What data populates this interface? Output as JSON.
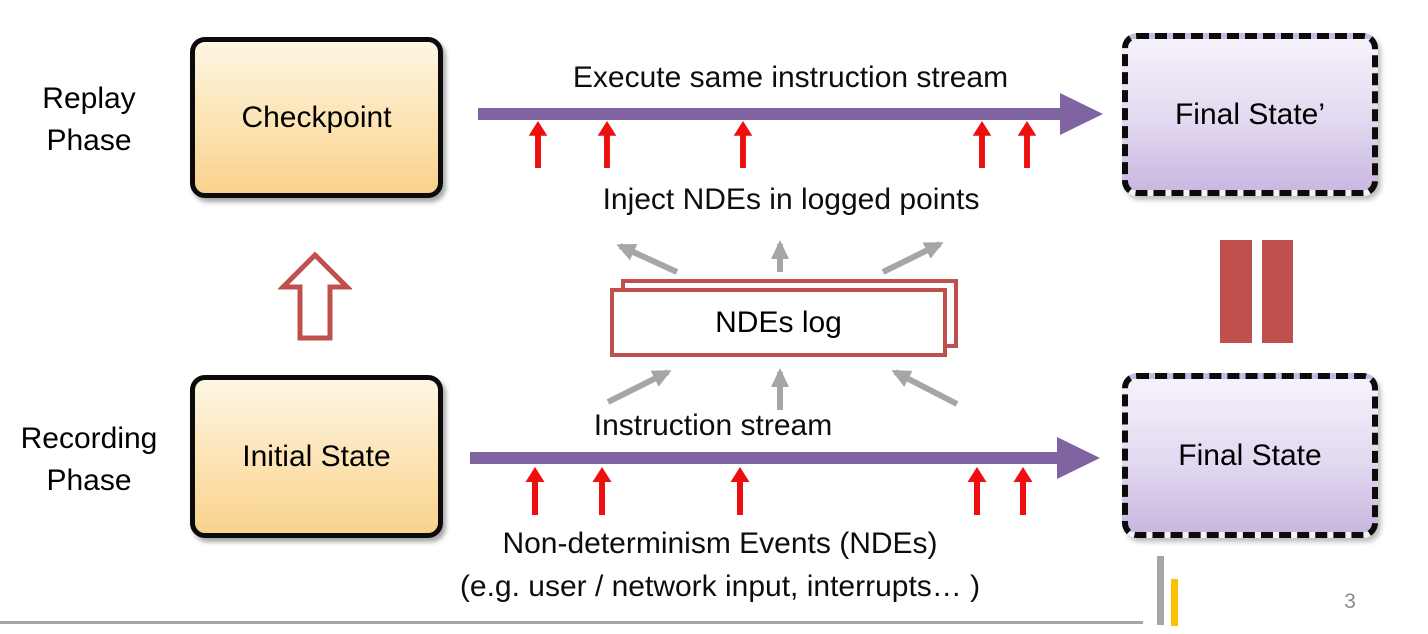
{
  "slide": {
    "page_number": "3"
  },
  "phases": {
    "replay": {
      "line1": "Replay",
      "line2": "Phase"
    },
    "recording": {
      "line1": "Recording",
      "line2": "Phase"
    }
  },
  "nodes": {
    "checkpoint": {
      "label": "Checkpoint"
    },
    "initial_state": {
      "label": "Initial State"
    },
    "final_state_replay": {
      "label": "Final State’"
    },
    "final_state_recording": {
      "label": "Final State"
    },
    "ndes_log": {
      "label": "NDEs log"
    }
  },
  "annotations": {
    "replay_stream": "Execute same instruction stream",
    "inject_ndes": "Inject NDEs in logged points",
    "recording_stream": "Instruction stream",
    "nde_caption_line1": "Non-determinism Events (NDEs)",
    "nde_caption_line2": "(e.g. user / network input, interrupts… )"
  },
  "colors": {
    "stream_arrow_purple": "#8064A2",
    "nde_arrow_red": "#EE0E0E",
    "accent_brick_red": "#C0504D",
    "gray": "#A6A6A6",
    "deco_yellow": "#FFC000",
    "state_box_gradient_top": "#FDF6E3",
    "state_box_gradient_bottom": "#F9D28D",
    "final_box_gradient_top": "#F6F2FB",
    "final_box_gradient_bottom": "#C9B8E0"
  }
}
